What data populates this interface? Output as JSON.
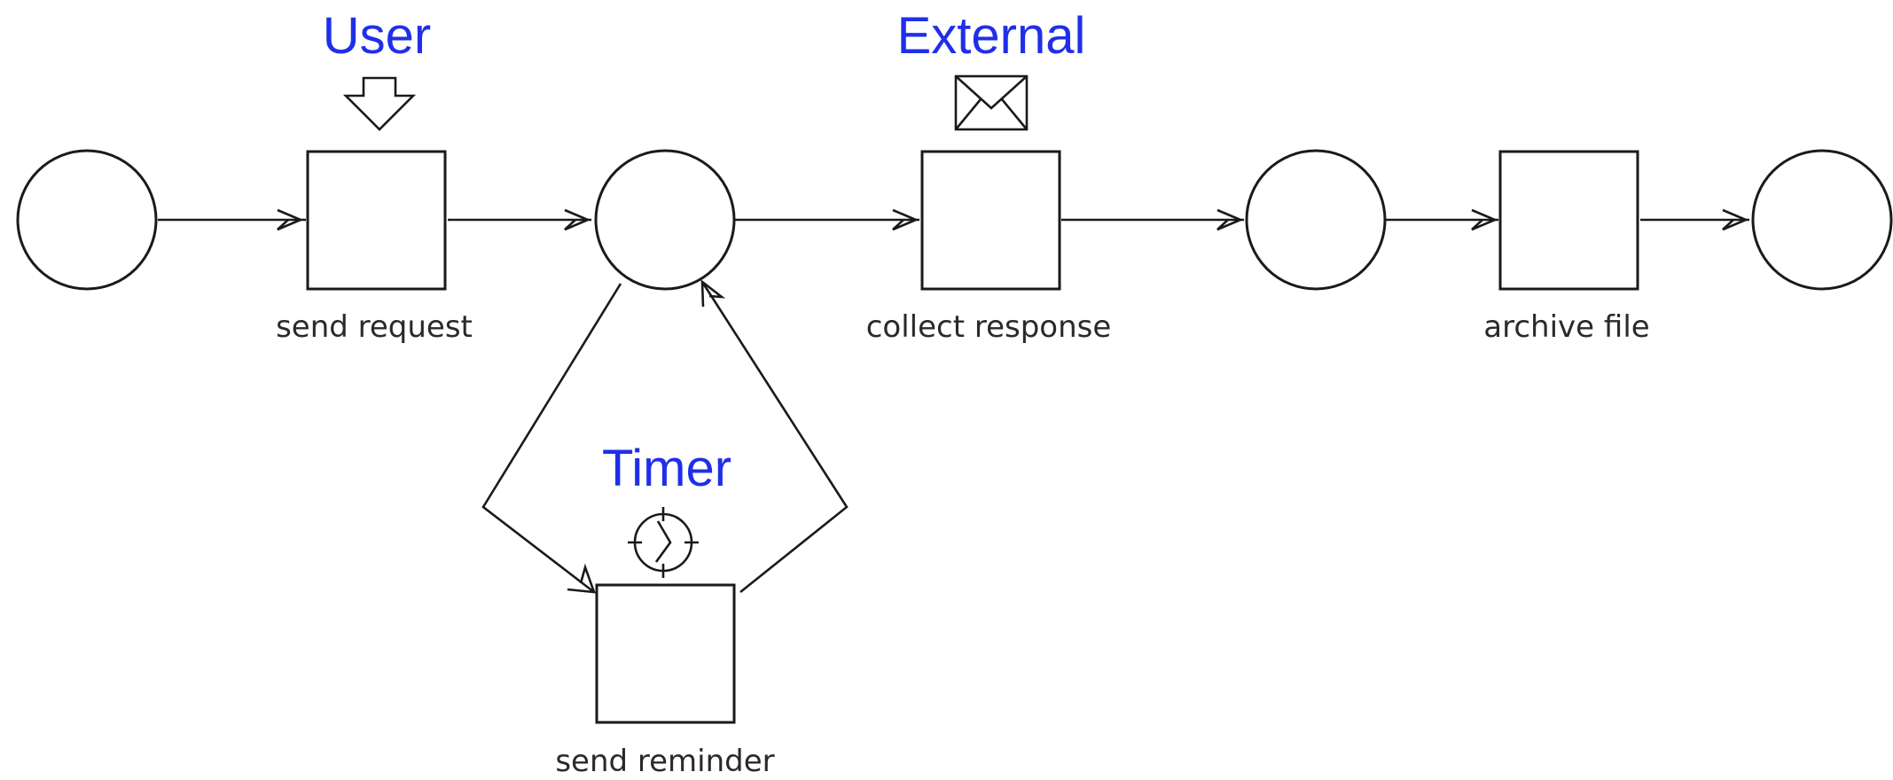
{
  "colors": {
    "trigger_label": "#1f2fe8",
    "stroke": "#1a1a1a",
    "task_label": "#2a2a2a"
  },
  "places": [
    "start-place",
    "waiting-place",
    "received-place",
    "end-place"
  ],
  "transitions": {
    "send_request": {
      "label": "send request",
      "trigger": "User",
      "trigger_icon": "user-trigger-arrow-icon"
    },
    "collect_response": {
      "label": "collect response",
      "trigger": "External",
      "trigger_icon": "envelope-icon"
    },
    "archive_file": {
      "label": "archive file"
    },
    "send_reminder": {
      "label": "send reminder",
      "trigger": "Timer",
      "trigger_icon": "clock-icon"
    }
  },
  "arcs": [
    {
      "from": "start-place",
      "to": "send request"
    },
    {
      "from": "send request",
      "to": "waiting-place"
    },
    {
      "from": "waiting-place",
      "to": "collect response"
    },
    {
      "from": "collect response",
      "to": "received-place"
    },
    {
      "from": "received-place",
      "to": "archive file"
    },
    {
      "from": "archive file",
      "to": "end-place"
    },
    {
      "from": "waiting-place",
      "to": "send reminder"
    },
    {
      "from": "send reminder",
      "to": "waiting-place"
    }
  ]
}
